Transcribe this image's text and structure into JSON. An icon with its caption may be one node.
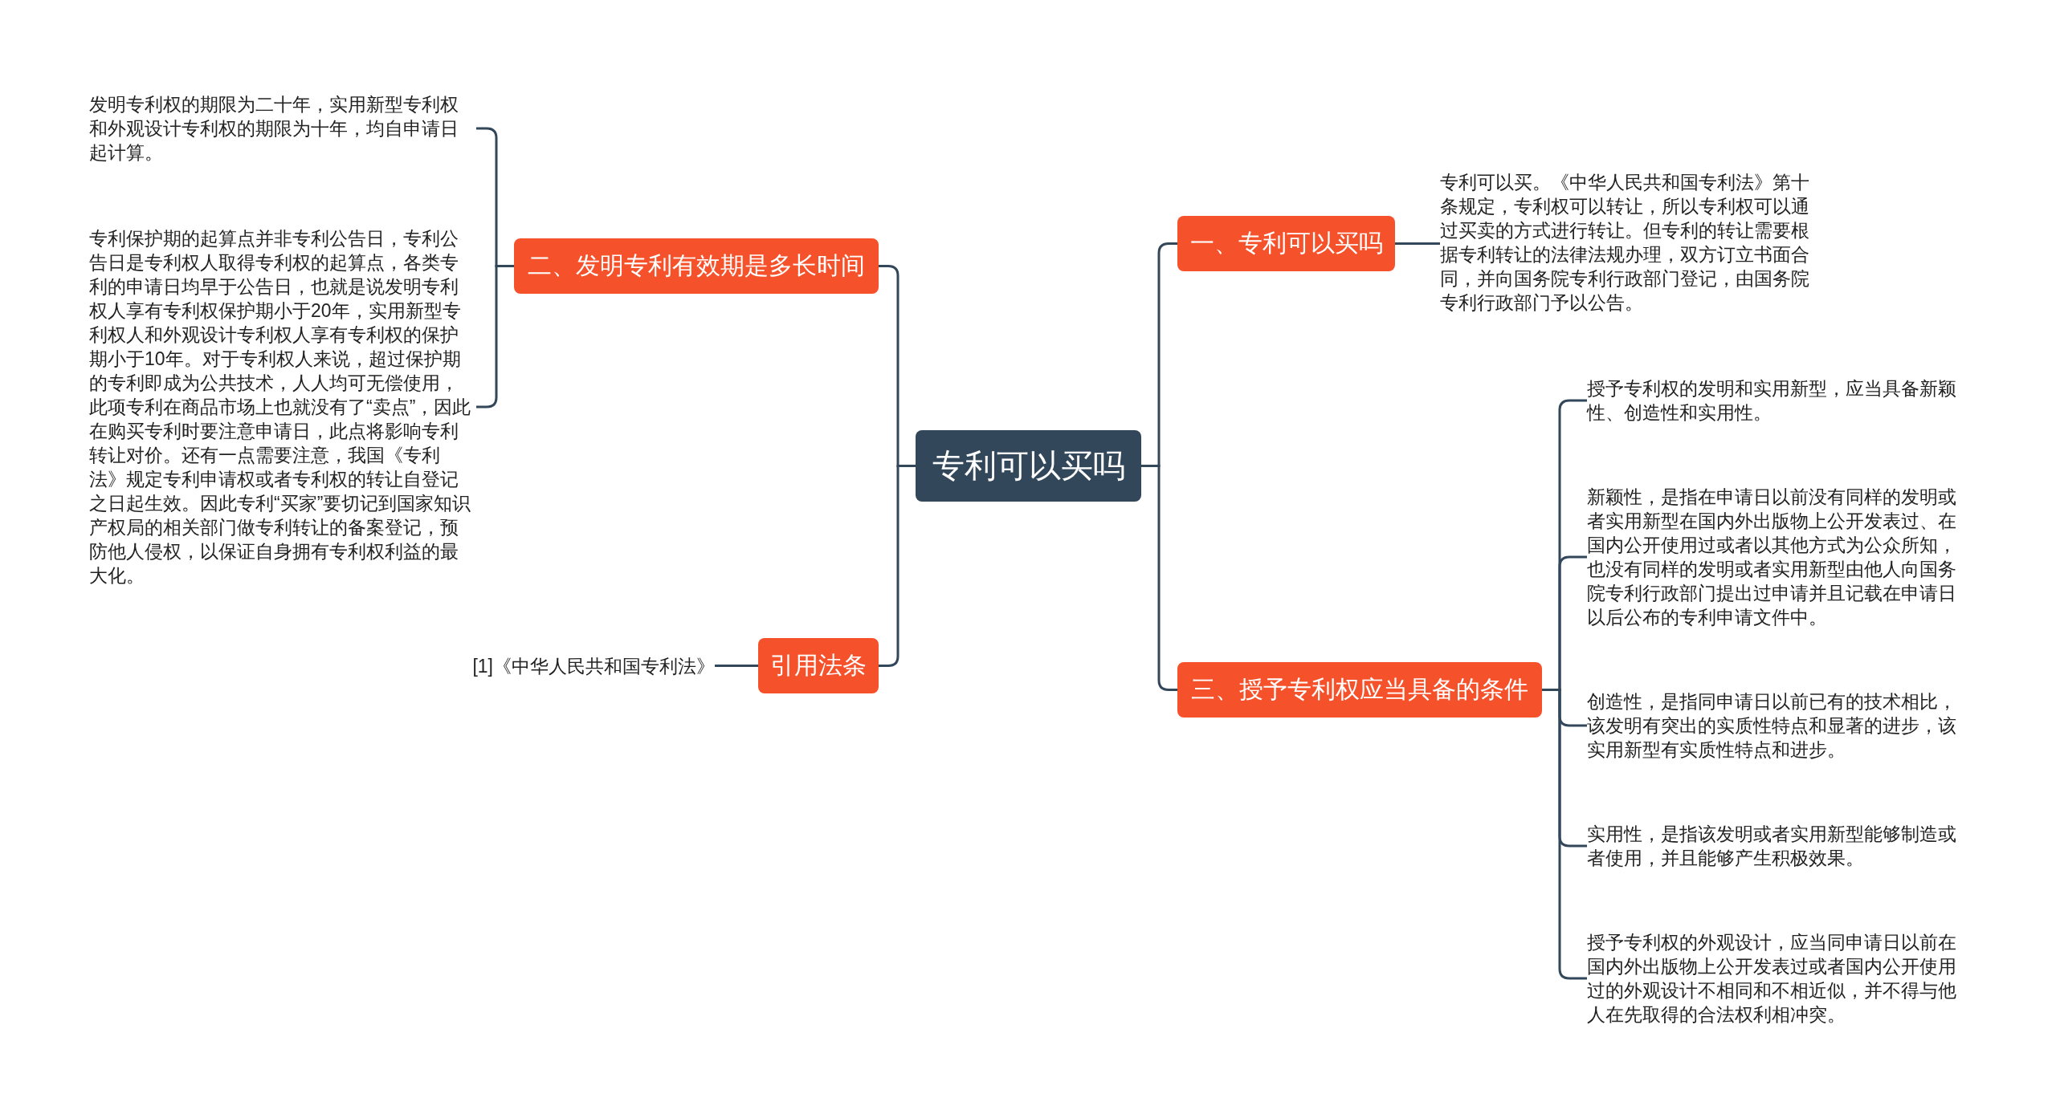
{
  "diagram": {
    "nodes": [
      {
        "text": [
          "专利可以买吗"
        ]
      },
      {
        "text": [
          "二、发明专利有效期是多长时间"
        ]
      },
      {
        "text": [
          "发明专利权的期限为二十年，实用新型专利权和外观设计专利权的期限为十年，均自申请日起计算。"
        ]
      },
      {
        "text": [
          "专利保护期的起算点并非专利公告日，专利公告日是专利权人取得专利权的起算点，各类专利的申请日均早于公告日，也就是说发明专利权人享有专利权保护期小于20年，实用新型专利权人和外观设计专利权人享有专利权的保护期小于10年。对于专利权人来说，超过保护期的专利即成为公共技术，人人均可无偿使用，此项专利在商品市场上也就没有了“卖点”，因此在购买专利时要注意申请日，此点将影响专利转让对价。还有一点需要注意，我国《专利法》规定专利申请权或者专利权的转让自登记之日起生效。因此专利“买家”要切记到国家知识产权局的相关部门做专利转让的备案登记，预防他人侵权，以保证自身拥有专利权利益的最大化。"
        ]
      },
      {
        "text": [
          "引用法条"
        ]
      },
      {
        "text": [
          "[1]《中华人民共和国专利法》"
        ]
      },
      {
        "text": [
          "一、专利可以买吗"
        ]
      },
      {
        "text": [
          "专利可以买。《中华人民共和国专利法》第十条规定，专利权可以转让，所以专利权可以通过买卖的方式进行转让。但专利的转让需要根据专利转让的法律法规办理，双方订立书面合同，并向国务院专利行政部门登记，由国务院专利行政部门予以公告。"
        ]
      },
      {
        "text": [
          "三、授予专利权应当具备的条件"
        ]
      },
      {
        "text": [
          "授予专利权的发明和实用新型，应当具备新颖性、创造性和实用性。"
        ]
      },
      {
        "text": [
          "新颖性，是指在申请日以前没有同样的发明或者实用新型在国内外出版物上公开发表过、在国内公开使用过或者以其他方式为公众所知，也没有同样的发明或者实用新型由他人向国务院专利行政部门提出过申请并且记载在申请日以后公布的专利申请文件中。"
        ]
      },
      {
        "text": [
          "创造性，是指同申请日以前已有的技术相比，该发明有突出的实质性特点和显著的进步，该实用新型有实质性特点和进步。"
        ]
      },
      {
        "text": [
          "实用性，是指该发明或者实用新型能够制造或者使用，并且能够产生积极效果。"
        ]
      },
      {
        "text": [
          "授予专利权的外观设计，应当同申请日以前在国内外出版物上公开发表过或者国内公开使用过的外观设计不相同和不相近似，并不得与他人在先取得的合法权利相冲突。"
        ]
      }
    ],
    "edges": [
      {
        "from": 0,
        "to": 1,
        "arrow": "none"
      },
      {
        "from": 1,
        "to": 2,
        "arrow": "none"
      },
      {
        "from": 1,
        "to": 3,
        "arrow": "none"
      },
      {
        "from": 0,
        "to": 4,
        "arrow": "none"
      },
      {
        "from": 4,
        "to": 5,
        "arrow": "none"
      },
      {
        "from": 0,
        "to": 6,
        "arrow": "none"
      },
      {
        "from": 6,
        "to": 7,
        "arrow": "none"
      },
      {
        "from": 0,
        "to": 8,
        "arrow": "none"
      },
      {
        "from": 8,
        "to": 9,
        "arrow": "none"
      },
      {
        "from": 8,
        "to": 10,
        "arrow": "none"
      },
      {
        "from": 8,
        "to": 11,
        "arrow": "none"
      },
      {
        "from": 8,
        "to": 12,
        "arrow": "none"
      },
      {
        "from": 8,
        "to": 13,
        "arrow": "none"
      }
    ]
  }
}
